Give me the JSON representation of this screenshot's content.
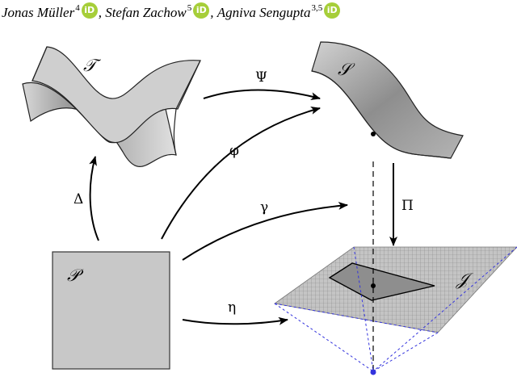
{
  "authors": [
    {
      "name": "Jonas Müller",
      "affil": "4"
    },
    {
      "name": "Stefan Zachow",
      "affil": "5"
    },
    {
      "name": "Agniva Sengupta",
      "affil": "3,5"
    }
  ],
  "orcid_badge": "iD",
  "orcid_color": "#a6ce39",
  "surfaces": {
    "T": "𝒯",
    "S": "𝒮",
    "P": "𝒫",
    "J": "𝒥"
  },
  "maps": {
    "Psi": "Ψ",
    "phi": "φ",
    "gamma": "γ",
    "Delta": "Δ",
    "Pi": "Π",
    "eta": "η"
  },
  "colors": {
    "surface_fill": "#b9b9b9",
    "grid_plane": "#a8a8a8",
    "dashed_projection": "#3333dd"
  }
}
